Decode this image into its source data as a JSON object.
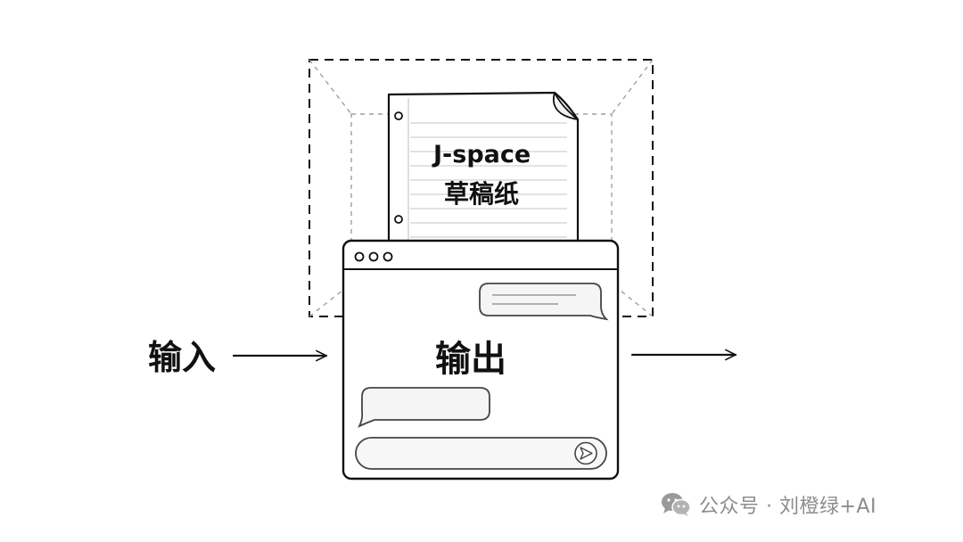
{
  "diagram": {
    "input_label": "输入",
    "output_label": "输出",
    "scratch_paper": {
      "title": "J-space",
      "subtitle": "草稿纸"
    }
  },
  "watermark": {
    "icon": "wechat-icon",
    "text": "公众号 · 刘橙绿+AI"
  },
  "colors": {
    "stroke": "#111111",
    "dashed_inner": "#a0a0a0",
    "paper_lines": "#d0d0d0",
    "watermark": "#8c8c8c"
  }
}
